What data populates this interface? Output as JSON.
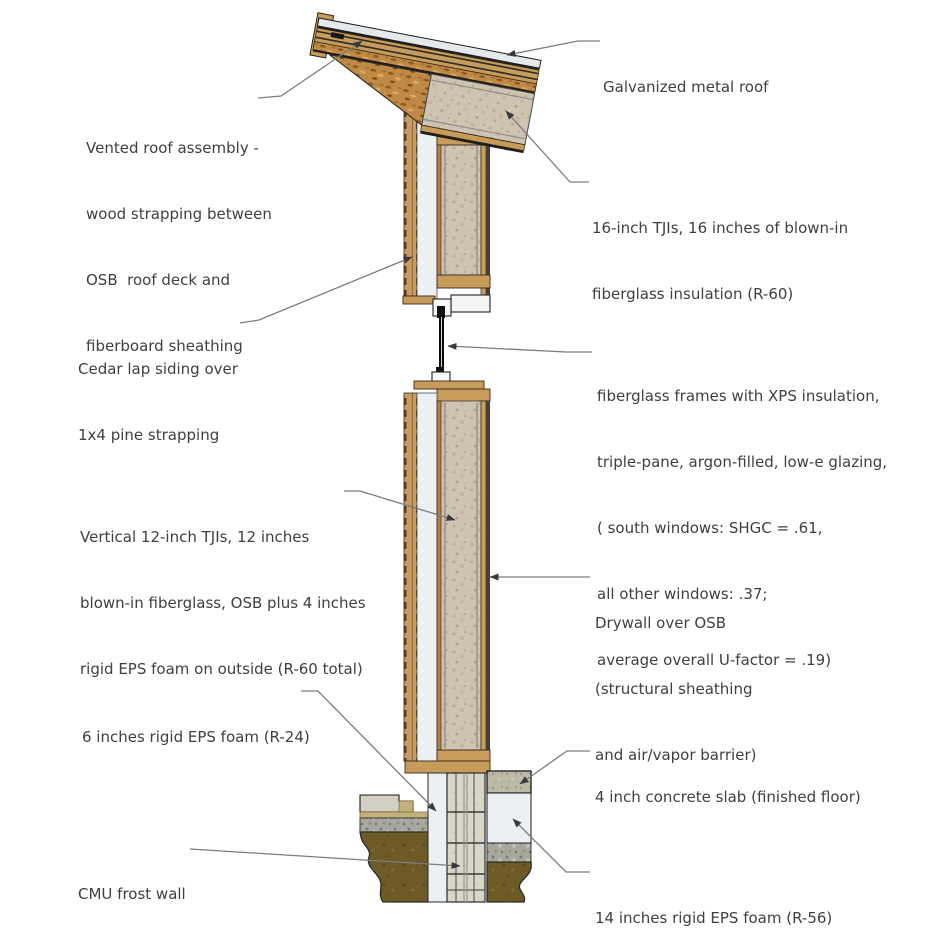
{
  "figure": {
    "type": "construction-section-diagram",
    "background": "#ffffff",
    "text_color": "#3f3f3f",
    "leader_color": "#7d7d7d"
  },
  "labels": {
    "galvanized_roof": {
      "lines": [
        "Galvanized metal roof"
      ]
    },
    "vented_roof": {
      "lines": [
        "Vented roof assembly -",
        "wood strapping between",
        "OSB  roof deck and",
        "fiberboard sheathing"
      ]
    },
    "tji_roof": {
      "lines": [
        "16-inch TJIs, 16 inches of blown-in",
        "fiberglass insulation (R-60)"
      ]
    },
    "cedar_siding": {
      "lines": [
        "Cedar lap siding over",
        "1x4 pine strapping"
      ]
    },
    "window_glazing": {
      "lines": [
        "fiberglass frames with XPS insulation,",
        "triple-pane, argon-filled, low-e glazing,",
        "( south windows: SHGC = .61,",
        "all other windows: .37;",
        "average overall U-factor = .19)"
      ]
    },
    "wall_tji": {
      "lines": [
        "Vertical 12-inch TJIs, 12 inches",
        "blown-in fiberglass, OSB plus 4 inches",
        "rigid EPS foam on outside (R-60 total)"
      ]
    },
    "drywall": {
      "lines": [
        "Drywall over OSB",
        "(structural sheathing",
        "and air/vapor barrier)"
      ]
    },
    "eps_6": {
      "lines": [
        "6 inches rigid EPS foam (R-24)"
      ]
    },
    "slab": {
      "lines": [
        "4 inch concrete slab (finished floor)"
      ]
    },
    "cmu": {
      "lines": [
        "CMU frost wall"
      ]
    },
    "eps_14": {
      "lines": [
        "14 inches rigid EPS foam (R-56)"
      ]
    }
  },
  "materials": {
    "metal_roof": "#e6e9eb",
    "wood": "#c79c5a",
    "osb": "#bf8a45",
    "blown_in_insulation": "#cfc3b1",
    "eps_foam": "#edf0f3",
    "concrete_slab": "#bdb9a9",
    "cmu_block": "#d9d6c8",
    "gravel": "#a8a79c",
    "soil": "#6d5b27",
    "cedar_siding": "#c79c5e",
    "siding_lap_mark": "#6e2f1d"
  }
}
